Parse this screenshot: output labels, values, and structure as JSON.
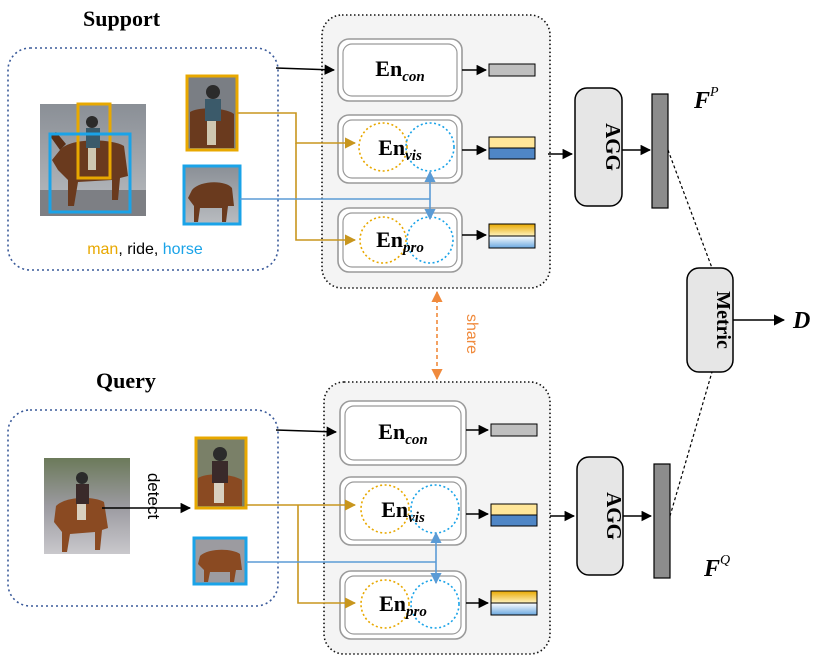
{
  "support": {
    "title": "Support",
    "caption_parts": [
      "man",
      ", ride, ",
      "horse"
    ]
  },
  "query": {
    "title": "Query",
    "detect_label": "detect"
  },
  "encoders": {
    "con": {
      "base": "En",
      "sub": "con"
    },
    "vis": {
      "base": "En",
      "sub": "vis"
    },
    "pro": {
      "base": "En",
      "sub": "pro"
    }
  },
  "share_label": "share",
  "agg_label": "AGG",
  "metric_label": "Metric",
  "output_label": "D",
  "features": {
    "support": {
      "base": "F",
      "sup": "P"
    },
    "query": {
      "base": "F",
      "sup": "Q"
    }
  },
  "colors": {
    "subject": "#e8a800",
    "object": "#1aa3e8",
    "share": "#f08a3c",
    "gold_line": "#c8961e",
    "blue_line": "#5b9bd5",
    "dotted_box": "#3a5a9a"
  }
}
